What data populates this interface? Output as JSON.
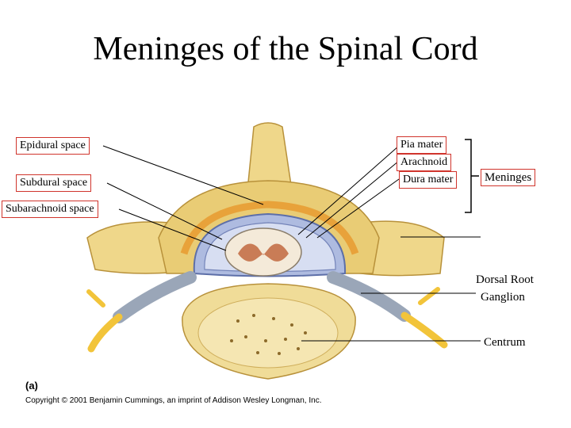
{
  "title": "Meninges of the Spinal Cord",
  "labels": {
    "epidural": "Epidural space",
    "subdural": "Subdural space",
    "subarachnoid": "Subarachnoid space",
    "pia": "Pia mater",
    "arachnoid": "Arachnoid",
    "dura": "Dura mater",
    "meninges": "Meninges",
    "dorsal_root": "Dorsal Root",
    "ganglion": "Ganglion",
    "centrum": "Centrum"
  },
  "figure_tag": "(a)",
  "copyright": "Copyright © 2001 Benjamin Cummings, an imprint of Addison Wesley Longman, Inc.",
  "colors": {
    "bone": "#f0d98a",
    "bone_shadow": "#c9a447",
    "dura": "#8aa0d0",
    "nerve": "#f2c43a",
    "label_border": "#d0342c"
  }
}
